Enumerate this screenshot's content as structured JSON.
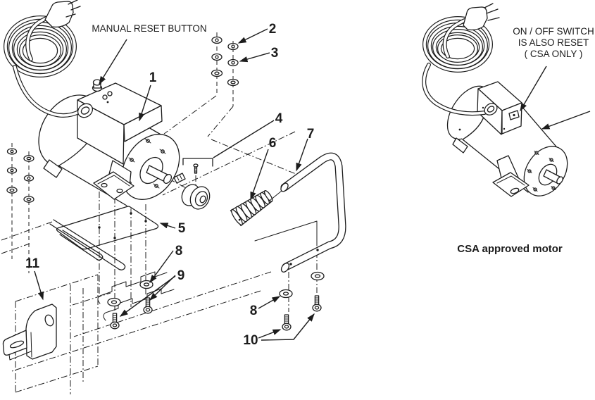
{
  "page": {
    "background": "#ffffff",
    "ink": "#1c1c1c"
  },
  "diagram": {
    "callouts": {
      "manual_reset": "MANUAL RESET BUTTON",
      "note_line1": "ON / OFF SWITCH",
      "note_line2": "IS ALSO RESET",
      "note_line3": "( CSA ONLY )",
      "csa_caption": "CSA approved motor"
    },
    "part_numbers": {
      "n1": "1",
      "n2": "2",
      "n3": "3",
      "n4": "4",
      "n5": "5",
      "n6": "6",
      "n7": "7",
      "n8_upper": "8",
      "n8_lower": "8",
      "n9": "9",
      "n10": "10",
      "n11": "11"
    }
  }
}
